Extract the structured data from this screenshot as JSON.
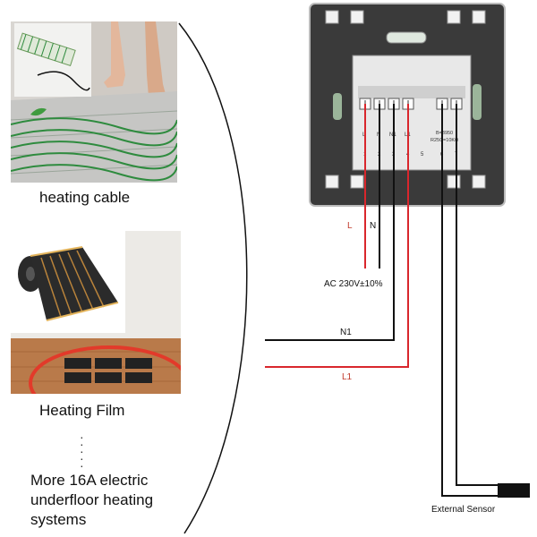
{
  "captions": {
    "heating_cable": "heating cable",
    "heating_film": "Heating Film",
    "more_systems": [
      "More 16A electric",
      "underfloor heating",
      "systems"
    ]
  },
  "wiring": {
    "L": "L",
    "N": "N",
    "supply": "AC 230V±10%",
    "N1": "N1",
    "L1": "L1",
    "external_sensor": "External Sensor"
  },
  "terminals": {
    "top_labels": [
      "L",
      "N",
      "N1",
      "L1"
    ],
    "numbers": [
      "1",
      "2",
      "3",
      "4",
      "5",
      "6",
      "7"
    ],
    "sensor_spec_1": "B=3950",
    "sensor_spec_2": "R25C=10KΩ"
  },
  "colors": {
    "live_wire": "#d9262c",
    "neutral_wire": "#111111",
    "thermostat_body": "#3a3a3a",
    "terminal_block": "#e8e8e8"
  }
}
